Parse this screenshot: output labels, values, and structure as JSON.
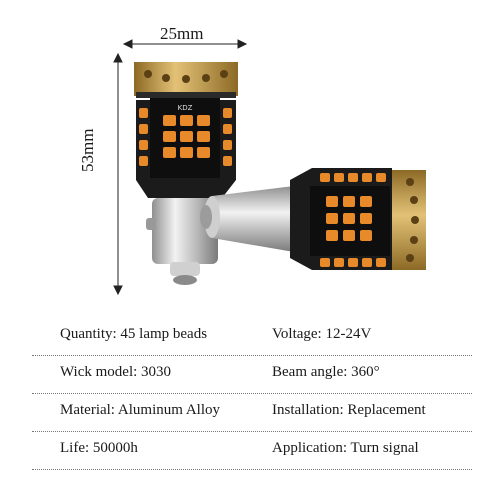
{
  "dimensions": {
    "width": "25mm",
    "height": "53mm"
  },
  "bulb": {
    "brand": "KDZ"
  },
  "specs": [
    {
      "left": "Quantity: 45 lamp beads",
      "right": "Voltage: 12-24V"
    },
    {
      "left": "Wick model: 3030",
      "right": "Beam angle: 360°"
    },
    {
      "left": "Material: Aluminum Alloy",
      "right": "Installation: Replacement"
    },
    {
      "left": "Life: 50000h",
      "right": "Application: Turn signal"
    }
  ],
  "colors": {
    "led": "#e98a2a",
    "gold": "#c9a24c",
    "body": "#1b1b1b",
    "chrome": "#c7c7c7"
  }
}
